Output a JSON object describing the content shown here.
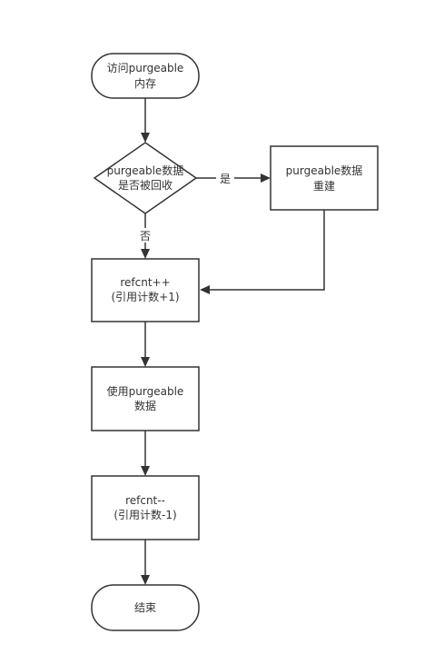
{
  "flowchart": {
    "start": {
      "line1": "访问purgeable",
      "line2": "内存"
    },
    "decision": {
      "line1": "purgeable数据",
      "line2": "是否被回收"
    },
    "rebuild": {
      "line1": "purgeable数据",
      "line2": "重建"
    },
    "refcnt_inc": {
      "line1": "refcnt++",
      "line2": "(引用计数+1)"
    },
    "use": {
      "line1": "使用purgeable",
      "line2": "数据"
    },
    "refcnt_dec": {
      "line1": "refcnt--",
      "line2": "(引用计数-1)"
    },
    "end": {
      "line1": "结束"
    },
    "edge_yes_label": "是",
    "edge_no_label": "否"
  },
  "colors": {
    "stroke": "#333333",
    "fill": "#ffffff",
    "text": "#333333"
  }
}
